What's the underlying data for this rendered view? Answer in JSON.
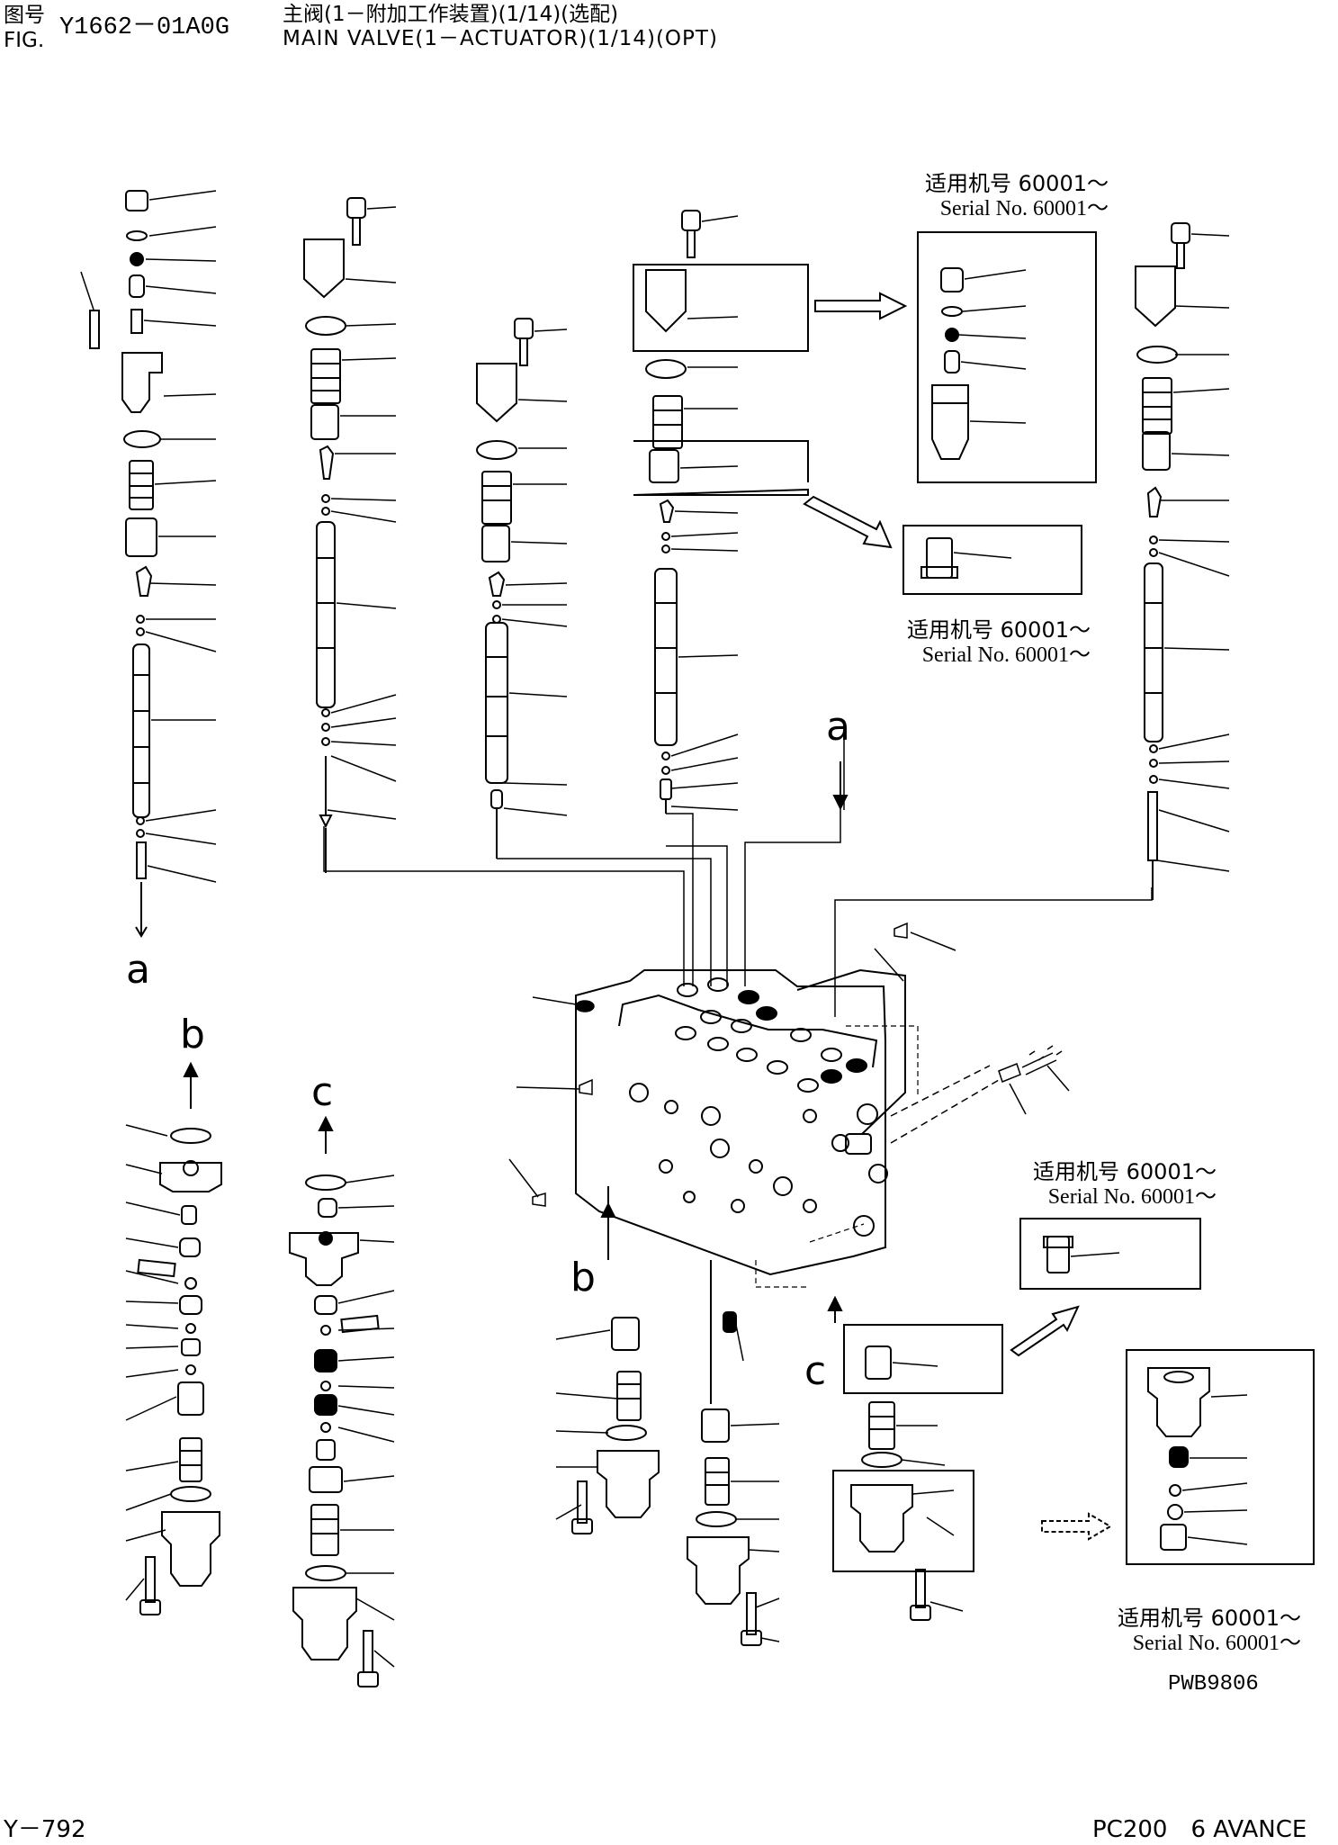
{
  "header": {
    "fig_label_cn": "图号",
    "fig_label_en": "FIG.",
    "figure_number": "Y1662－01A0G",
    "title_cn": "主阀(1－附加工作装置)(1/14)(选配)",
    "title_en": "MAIN VALVE(1－ACTUATOR)(1/14)(OPT)"
  },
  "callouts": {
    "a_bottom": "a",
    "a_right": "a",
    "b_top": "b",
    "b_bottom": "b",
    "c_top": "c",
    "c_bottom": "c"
  },
  "serial_notes": [
    {
      "cn": "适用机号 60001～",
      "en": "Serial No. 60001～"
    },
    {
      "cn": "适用机号 60001～",
      "en": "Serial No. 60001～"
    },
    {
      "cn": "适用机号 60001～",
      "en": "Serial No. 60001～"
    },
    {
      "cn": "适用机号 60001～",
      "en": "Serial No. 60001～"
    }
  ],
  "drawing_code": "PWB9806",
  "footer": {
    "page": "Y－792",
    "model": "PC200　6 AVANCE"
  },
  "colors": {
    "ink": "#000000",
    "paper": "#ffffff"
  }
}
